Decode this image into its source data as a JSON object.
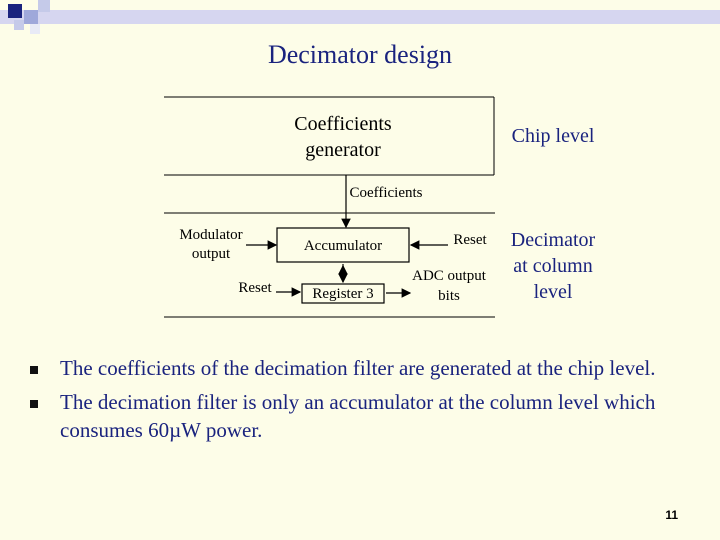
{
  "slide": {
    "title": "Decimator design",
    "page_number": "11"
  },
  "diagram": {
    "coefficients_generator": [
      "Coefficients",
      "generator"
    ],
    "chip_level_label": "Chip level",
    "coefficients_signal": "Coefficients",
    "modulator_output": [
      "Modulator",
      "output"
    ],
    "accumulator": "Accumulator",
    "reset_right": "Reset",
    "reset_left": "Reset",
    "register": "Register 3",
    "adc_output_bits": [
      "ADC output",
      "bits"
    ],
    "decimator_label": [
      "Decimator",
      "at column",
      "level"
    ],
    "colors": {
      "label_blue": "#1a237e",
      "line": "#000000"
    }
  },
  "bullets": [
    "The coefficients of the decimation filter are generated at the chip level.",
    "The decimation filter is only an accumulator at the column level which consumes 60µW power."
  ]
}
